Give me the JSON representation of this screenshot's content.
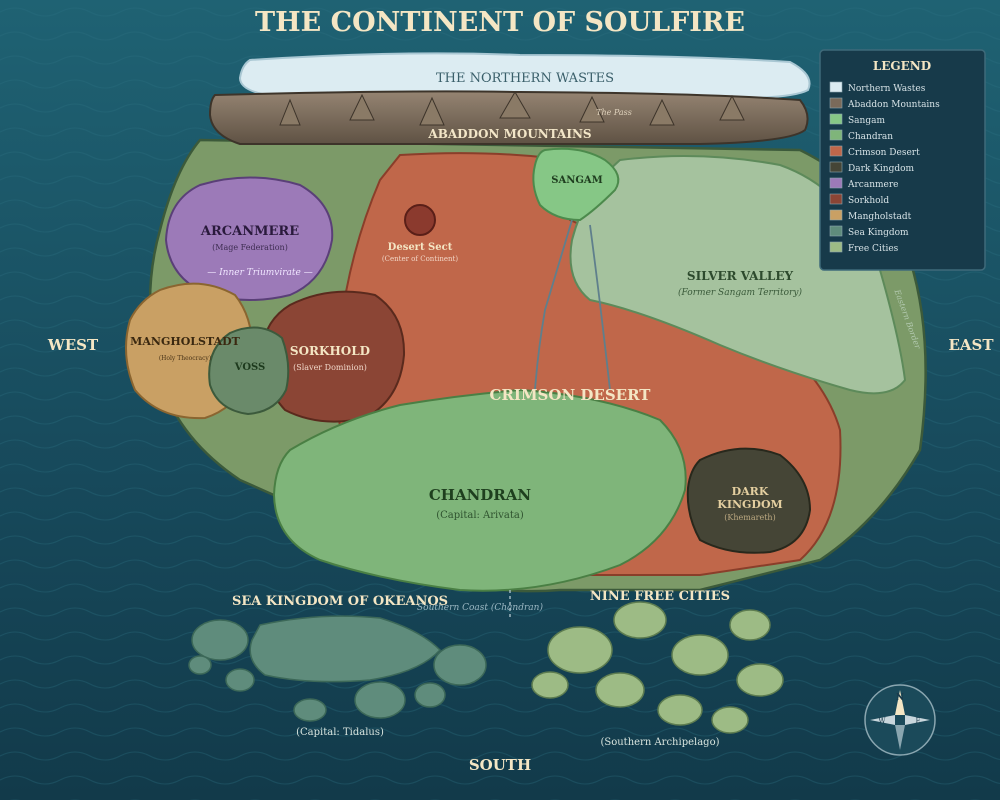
{
  "title": "THE CONTINENT OF SOULFIRE",
  "compass": {
    "west": "WEST",
    "east": "EAST",
    "south": "SOUTH",
    "rose_n": "N",
    "rose_e": "E",
    "rose_w": "W"
  },
  "regions": {
    "northern_wastes": {
      "name": "THE NORTHERN WASTES",
      "color": "#dcecf2"
    },
    "abaddon": {
      "name": "ABADDON MOUNTAINS",
      "color": "#7a6a5a",
      "pass_label": "The Pass"
    },
    "sangam": {
      "name": "SANGAM",
      "color": "#86c786"
    },
    "arcanmere": {
      "name": "ARCANMERE",
      "sub": "(Mage Federation)",
      "color": "#9c7ab8"
    },
    "triumvirate": {
      "name": "— Inner Triumvirate —"
    },
    "desert_sect": {
      "name": "Desert Sect",
      "sub": "(Center of Continent)",
      "color": "#8b3a2e"
    },
    "silver_valley": {
      "name": "SILVER VALLEY",
      "sub": "(Former Sangam Territory)",
      "color": "#a5c29e"
    },
    "mangholstadt": {
      "name": "MANGHOLSTADT",
      "sub": "(Holy Theocracy)",
      "color": "#c9a064"
    },
    "voss": {
      "name": "VOSS",
      "color": "#6a8a6a"
    },
    "sorkhold": {
      "name": "SORKHOLD",
      "sub": "(Slaver Dominion)",
      "color": "#8b4535"
    },
    "crimson_desert": {
      "name": "CRIMSON DESERT",
      "color": "#c0674a"
    },
    "chandran": {
      "name": "CHANDRAN",
      "sub": "(Capital: Arivata)",
      "color": "#7fb57a"
    },
    "dark_kingdom": {
      "name_line1": "DARK",
      "name_line2": "KINGDOM",
      "sub": "(Khemareth)",
      "color": "#454536"
    },
    "sea_kingdom": {
      "name": "SEA KINGDOM OF OKEANOS",
      "sub": "(Capital: Tidalus)",
      "color": "#5f8c7c"
    },
    "free_cities": {
      "name": "NINE FREE CITIES",
      "sub": "(Southern Archipelago)",
      "color": "#9dbb85"
    },
    "southern_coast": {
      "name": "Southern Coast (Chandran)"
    },
    "eastern_border": {
      "name": "Eastern Border"
    }
  },
  "legend": {
    "title": "LEGEND",
    "items": [
      {
        "label": "Northern Wastes",
        "color": "#dcecf2"
      },
      {
        "label": "Abaddon Mountains",
        "color": "#7a6a5a"
      },
      {
        "label": "Sangam",
        "color": "#86c786"
      },
      {
        "label": "Chandran",
        "color": "#7fb57a"
      },
      {
        "label": "Crimson Desert",
        "color": "#c0674a"
      },
      {
        "label": "Dark Kingdom",
        "color": "#454536"
      },
      {
        "label": "Arcanmere",
        "color": "#9c7ab8"
      },
      {
        "label": "Sorkhold",
        "color": "#8b4535"
      },
      {
        "label": "Mangholstadt",
        "color": "#c9a064"
      },
      {
        "label": "Sea Kingdom",
        "color": "#5f8c7c"
      },
      {
        "label": "Free Cities",
        "color": "#9dbb85"
      }
    ]
  },
  "colors": {
    "ocean": "#1b5466",
    "land": "#7c9a68",
    "title_text": "#f4e6c4"
  }
}
